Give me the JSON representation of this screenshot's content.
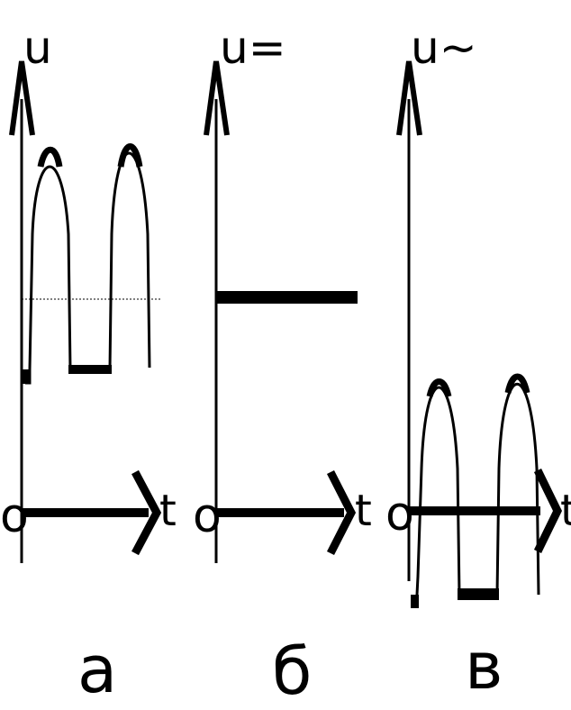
{
  "panels": [
    {
      "id": "a",
      "y_label": "u",
      "x_label": "t",
      "origin_label": "o",
      "panel_label": "а",
      "waveform": "pulsating full-wave (unipolar humps) with dotted mean level"
    },
    {
      "id": "b",
      "y_label": "u=",
      "x_label": "t",
      "origin_label": "o",
      "panel_label": "б",
      "waveform": "constant (DC) level"
    },
    {
      "id": "v",
      "y_label": "u~",
      "x_label": "t",
      "origin_label": "o",
      "panel_label": "в",
      "waveform": "alternating component (humps above, flat troughs below axis)"
    }
  ],
  "colors": {
    "ink": "#000000",
    "background": "#ffffff"
  }
}
